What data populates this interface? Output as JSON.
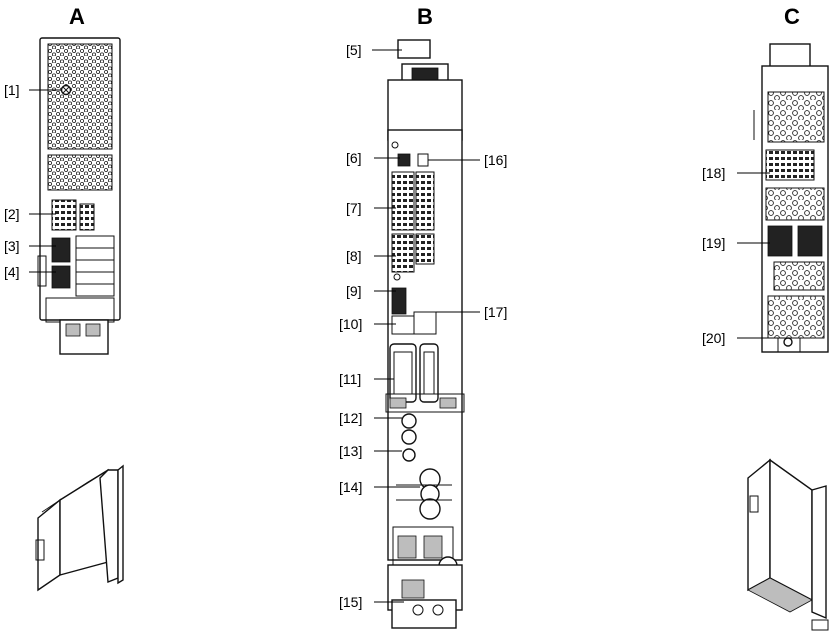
{
  "views": {
    "a": {
      "letter": "A"
    },
    "b": {
      "letter": "B"
    },
    "c": {
      "letter": "C"
    }
  },
  "callouts": {
    "c1": "[1]",
    "c2": "[2]",
    "c3": "[3]",
    "c4": "[4]",
    "c5": "[5]",
    "c6": "[6]",
    "c7": "[7]",
    "c8": "[8]",
    "c9": "[9]",
    "c10": "[10]",
    "c11": "[11]",
    "c12": "[12]",
    "c13": "[13]",
    "c14": "[14]",
    "c15": "[15]",
    "c16": "[16]",
    "c17": "[17]",
    "c18": "[18]",
    "c19": "[19]",
    "c20": "[20]"
  },
  "colors": {
    "line": "#111111",
    "background": "#ffffff"
  }
}
